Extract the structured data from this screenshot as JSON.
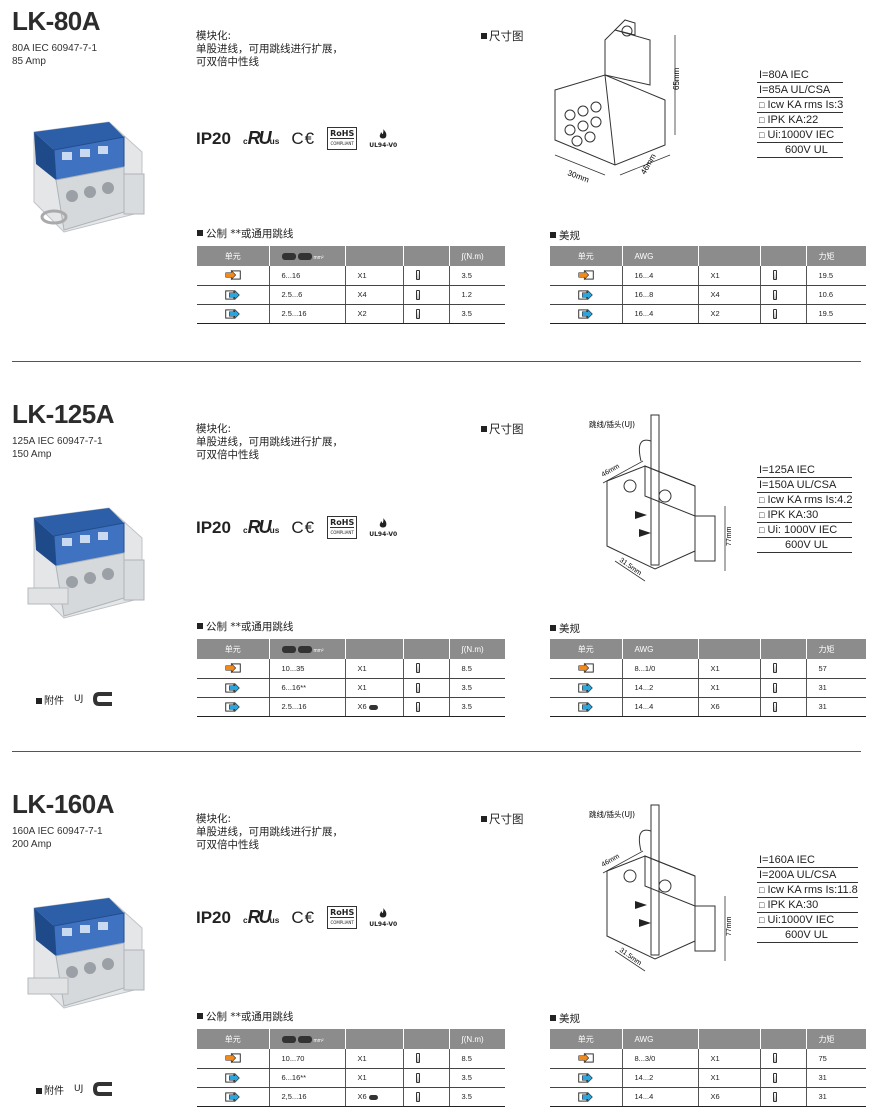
{
  "sections": [
    {
      "title": "LK-80A",
      "sub1": "80A IEC 60947-7-1",
      "sub2": "85 Amp",
      "desc1": "模块化:",
      "desc2": "单股进线，可用跳线进行扩展，",
      "desc3": "可双倍中性线",
      "dim_label": "尺寸图",
      "dim_h": "65mm",
      "dim_d": "46mm",
      "dim_w": "30mm",
      "jumper_label": "",
      "ratings": [
        "I=80A IEC",
        "I=85A UL/CSA",
        "Icw KA rms Is:3",
        "IPK KA:22",
        "Ui:1000V IEC",
        "600V UL"
      ],
      "metric_label": "公制 **或通用跳线",
      "metric_header": [
        "单元",
        "mm²",
        "",
        "",
        "(N.m)"
      ],
      "metric_rows": [
        {
          "type": "in",
          "range": "6...16",
          "qty": "X1",
          "torque": "3.5"
        },
        {
          "type": "out",
          "range": "2.5...6",
          "qty": "X4",
          "torque": "1.2"
        },
        {
          "type": "out",
          "range": "2.5...16",
          "qty": "X2",
          "torque": "3.5"
        }
      ],
      "us_label": "美规",
      "us_header": [
        "单元",
        "AWG",
        "",
        "",
        "力矩"
      ],
      "us_rows": [
        {
          "type": "in",
          "range": "16...4",
          "qty": "X1",
          "torque": "19.5"
        },
        {
          "type": "out",
          "range": "16...8",
          "qty": "X4",
          "torque": "10.6"
        },
        {
          "type": "out",
          "range": "16...4",
          "qty": "X2",
          "torque": "19.5"
        }
      ],
      "accessory": null
    },
    {
      "title": "LK-125A",
      "sub1": "125A IEC 60947-7-1",
      "sub2": "150 Amp",
      "desc1": "模块化:",
      "desc2": "单股进线，可用跳线进行扩展，",
      "desc3": "可双倍中性线",
      "dim_label": "尺寸图",
      "dim_h": "77mm",
      "dim_d": "46mm",
      "dim_w": "31.5mm",
      "jumper_label": "跳线/插头(UJ)",
      "ratings": [
        "I=125A IEC",
        "I=150A UL/CSA",
        "Icw KA rms Is:4.2",
        "IPK KA:30",
        "Ui: 1000V IEC",
        "600V UL"
      ],
      "metric_label": "公制 **或通用跳线",
      "metric_header": [
        "单元",
        "mm²",
        "",
        "",
        "(N.m)"
      ],
      "metric_rows": [
        {
          "type": "in",
          "range": "10...35",
          "qty": "X1",
          "torque": "8.5"
        },
        {
          "type": "out",
          "range": "6...16**",
          "qty": "X1",
          "torque": "3.5"
        },
        {
          "type": "out",
          "range": "2.5...16",
          "qty": "X6",
          "torque": "3.5"
        }
      ],
      "us_label": "美规",
      "us_header": [
        "单元",
        "AWG",
        "",
        "",
        "力矩"
      ],
      "us_rows": [
        {
          "type": "in",
          "range": "8...1/0",
          "qty": "X1",
          "torque": "57"
        },
        {
          "type": "out",
          "range": "14...2",
          "qty": "X1",
          "torque": "31"
        },
        {
          "type": "out",
          "range": "14...4",
          "qty": "X6",
          "torque": "31"
        }
      ],
      "accessory": {
        "label": "附件",
        "code": "UJ"
      }
    },
    {
      "title": "LK-160A",
      "sub1": "160A IEC 60947-7-1",
      "sub2": "200 Amp",
      "desc1": "模块化:",
      "desc2": "单股进线，可用跳线进行扩展，",
      "desc3": "可双倍中性线",
      "dim_label": "尺寸图",
      "dim_h": "77mm",
      "dim_d": "46mm",
      "dim_w": "31.5mm",
      "jumper_label": "跳线/插头(UJ)",
      "ratings": [
        "I=160A IEC",
        "I=200A UL/CSA",
        "Icw KA rms Is:11.8",
        "IPK KA:30",
        "Ui:1000V IEC",
        "600V UL"
      ],
      "metric_label": "公制 **或通用跳线",
      "metric_header": [
        "单元",
        "mm²",
        "",
        "",
        "(N.m)"
      ],
      "metric_rows": [
        {
          "type": "in",
          "range": "10...70",
          "qty": "X1",
          "torque": "8.5"
        },
        {
          "type": "out",
          "range": "6...16**",
          "qty": "X1",
          "torque": "3.5"
        },
        {
          "type": "out",
          "range": "2,5...16",
          "qty": "X6",
          "torque": "3.5"
        }
      ],
      "us_label": "美规",
      "us_header": [
        "单元",
        "AWG",
        "",
        "",
        "力矩"
      ],
      "us_rows": [
        {
          "type": "in",
          "range": "8...3/0",
          "qty": "X1",
          "torque": "75"
        },
        {
          "type": "out",
          "range": "14...2",
          "qty": "X1",
          "torque": "31"
        },
        {
          "type": "out",
          "range": "14...4",
          "qty": "X6",
          "torque": "31"
        }
      ],
      "accessory": {
        "label": "附件",
        "code": "UJ"
      }
    }
  ],
  "certs": {
    "ip": "IP20",
    "ul_c": "c",
    "ul_us": "us",
    "ce": "C€",
    "rohs": "RoHS",
    "rohs_sub": "COMPLIANT",
    "ul94": "UL94-V0"
  },
  "colors": {
    "in_arrow": "#f08a1c",
    "out_arrow": "#2aa6dc",
    "header_bg": "#8c8c8c",
    "module_blue": "#2d5fa8"
  }
}
